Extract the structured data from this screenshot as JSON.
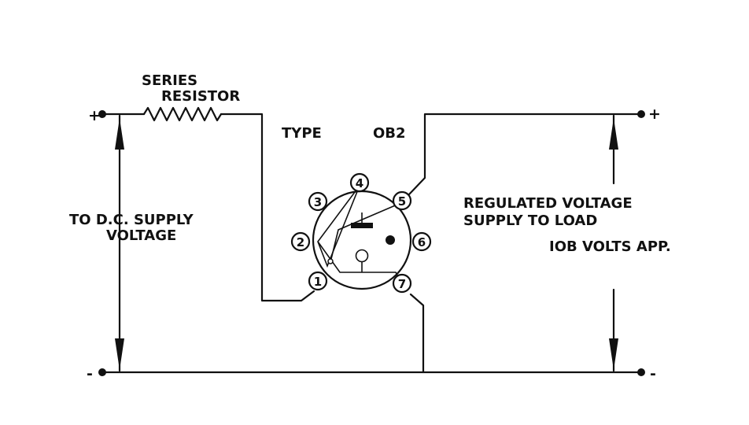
{
  "labels": {
    "series": "SERIES",
    "resistor": "RESISTOR",
    "type": "TYPE",
    "tube": "OB2",
    "dc_line1": "TO D.C. SUPPLY",
    "dc_line2": "VOLTAGE",
    "reg_line1": "REGULATED VOLTAGE",
    "reg_line2": "SUPPLY TO LOAD",
    "volts": "IOB VOLTS APP."
  },
  "terminals": {
    "left_plus": "+",
    "left_minus": "-",
    "right_plus": "+",
    "right_minus": "-"
  },
  "pins": [
    "1",
    "2",
    "3",
    "4",
    "5",
    "6",
    "7"
  ]
}
